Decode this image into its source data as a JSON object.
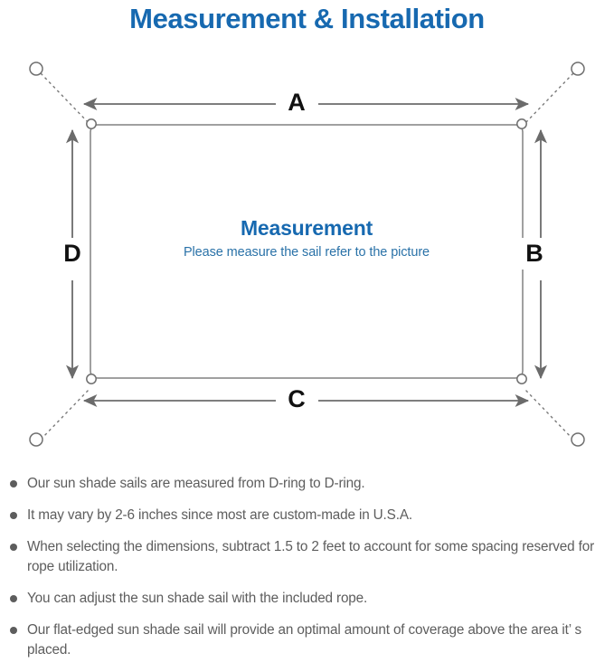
{
  "header": {
    "title": "Measurement & Installation",
    "title_color": "#1769b0"
  },
  "diagram": {
    "sail": {
      "title": "Measurement",
      "subtitle": "Please measure the sail refer to the picture",
      "title_color": "#1769b0",
      "subtitle_color": "#2a72a8",
      "edge_color": "#808080"
    },
    "dimension_labels": {
      "top": "A",
      "right": "B",
      "bottom": "C",
      "left": "D"
    },
    "arrow_color": "#6b6b6b",
    "rope_color": "#7a7a7a",
    "anchor_label": "anchor-point",
    "dring_label": "d-ring"
  },
  "notes": {
    "items": [
      "Our sun shade sails are measured from D-ring to D-ring.",
      "It may vary by 2-6 inches since most are custom-made in U.S.A.",
      "When selecting the dimensions, subtract 1.5 to 2 feet to account for some spacing reserved for rope utilization.",
      "You can adjust the sun shade sail with the included rope.",
      "Our flat-edged sun shade sail will provide an optimal amount of coverage above the area it’ s placed."
    ],
    "bullet_color": "#5d5d5d",
    "text_color": "#5d5d5d"
  }
}
